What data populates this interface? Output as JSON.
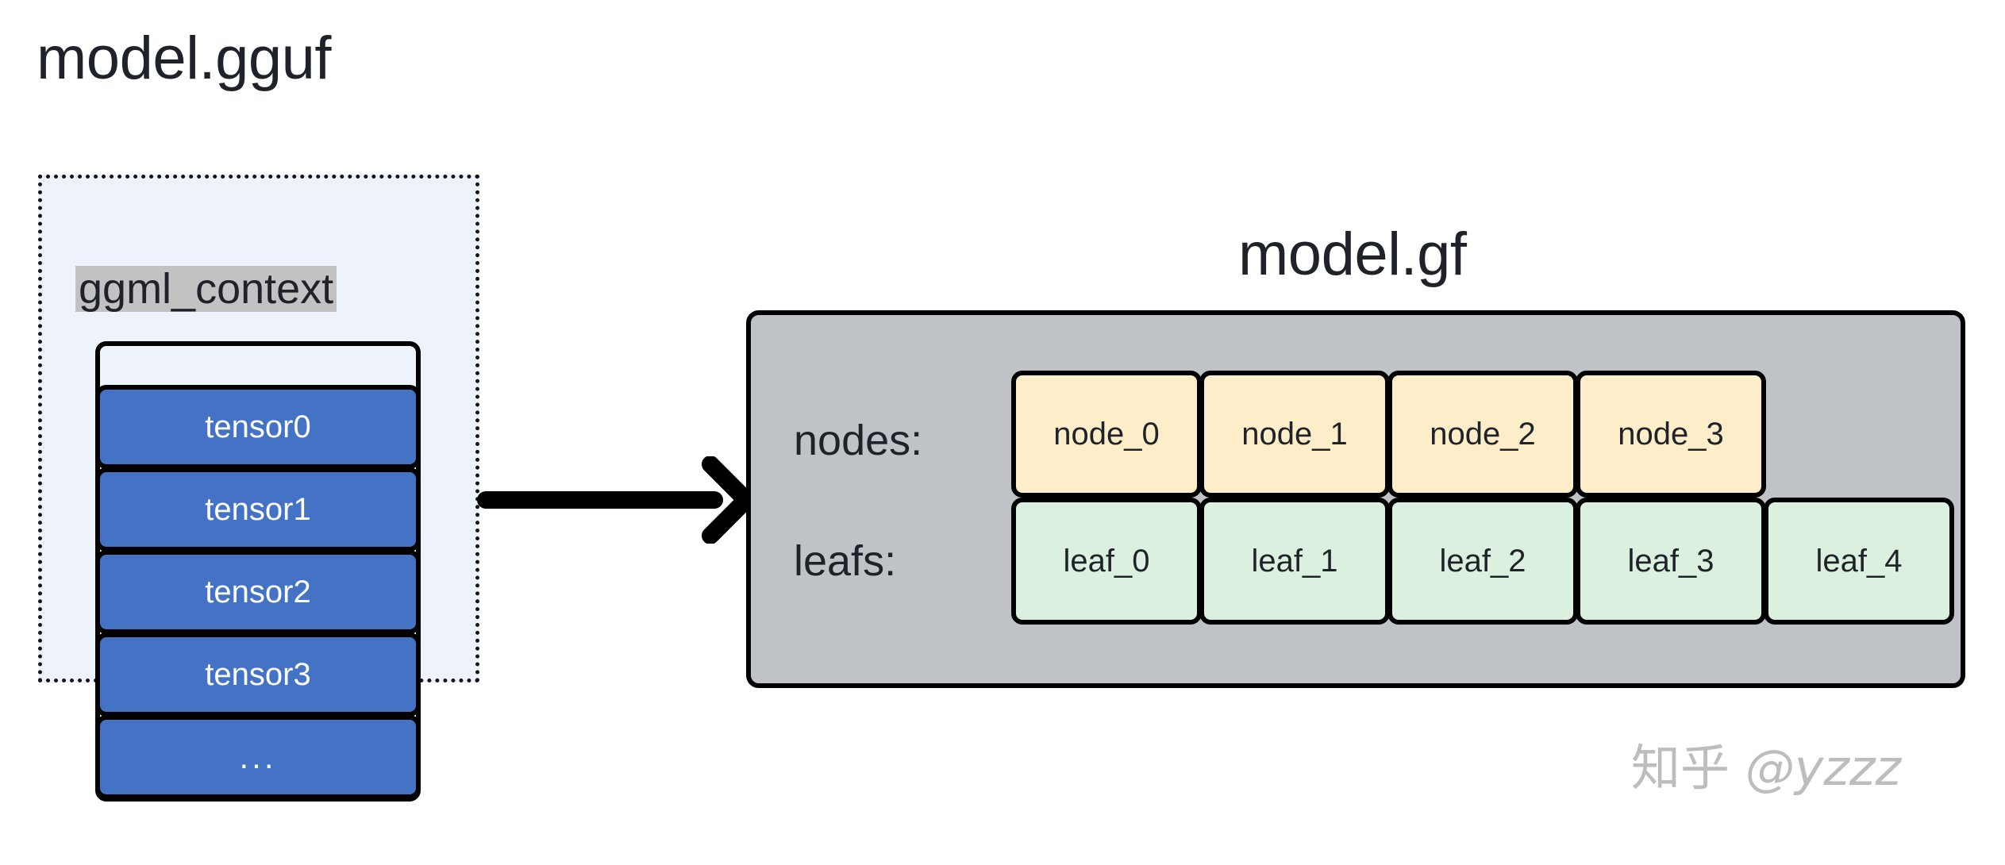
{
  "diagram": {
    "gguf": {
      "title": "model.gguf",
      "context_label": "ggml_context",
      "tensors": [
        {
          "label": "tensor0"
        },
        {
          "label": "tensor1"
        },
        {
          "label": "tensor2"
        },
        {
          "label": "tensor3"
        },
        {
          "label": "..."
        }
      ],
      "colors": {
        "panel_fill": "#eef2fb",
        "panel_border": "#14161a",
        "label_highlight": "#c2c2c2",
        "tensor_fill": "#4472c4",
        "tensor_text": "#ffffff"
      }
    },
    "arrow": {
      "name": "flow-arrow",
      "direction": "right",
      "color": "#000000"
    },
    "gf": {
      "title": "model.gf",
      "rows": [
        {
          "key": "nodes",
          "label": "nodes:",
          "cells": [
            {
              "label": "node_0"
            },
            {
              "label": "node_1"
            },
            {
              "label": "node_2"
            },
            {
              "label": "node_3"
            }
          ]
        },
        {
          "key": "leafs",
          "label": "leafs:",
          "cells": [
            {
              "label": "leaf_0"
            },
            {
              "label": "leaf_1"
            },
            {
              "label": "leaf_2"
            },
            {
              "label": "leaf_3"
            },
            {
              "label": "leaf_4"
            }
          ]
        }
      ],
      "colors": {
        "panel_fill": "#bfc2c7",
        "panel_border": "#000000",
        "node_fill": "#fdeec9",
        "leaf_fill": "#dcf0e0",
        "cell_text": "#1f2329"
      }
    },
    "watermark": {
      "site": "知乎",
      "handle": "@yzzz",
      "color": "#bdbdbd"
    }
  }
}
